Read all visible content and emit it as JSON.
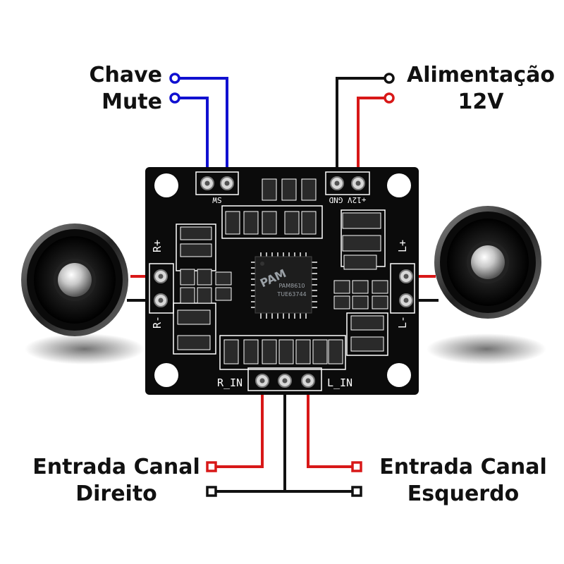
{
  "labels": {
    "mute": {
      "line1": "Chave",
      "line2": "Mute"
    },
    "power": {
      "line1": "Alimentação",
      "line2": "12V"
    },
    "right_input": {
      "line1": "Entrada Canal",
      "line2": "Direito"
    },
    "left_input": {
      "line1": "Entrada Canal",
      "line2": "Esquerdo"
    }
  },
  "board": {
    "header_sw": "SW",
    "header_power": "+12V GND",
    "right_out_plus": "R+",
    "right_out_minus": "R-",
    "left_out_plus": "L+",
    "left_out_minus": "L-",
    "input_right": "R_IN",
    "input_left": "L_IN",
    "chip_brand": "PAM",
    "chip_model": "PAM8610",
    "chip_code": "TUE63744"
  },
  "colors": {
    "mute_wire": "#1010d0",
    "power_positive": "#d81818",
    "ground": "#111111",
    "signal": "#d81818",
    "pcb": "#0b0b0b",
    "silkscreen": "#ffffff"
  },
  "icons": {
    "left_speaker": "speaker-icon",
    "right_speaker": "speaker-icon",
    "chip": "ic-chip-icon"
  }
}
